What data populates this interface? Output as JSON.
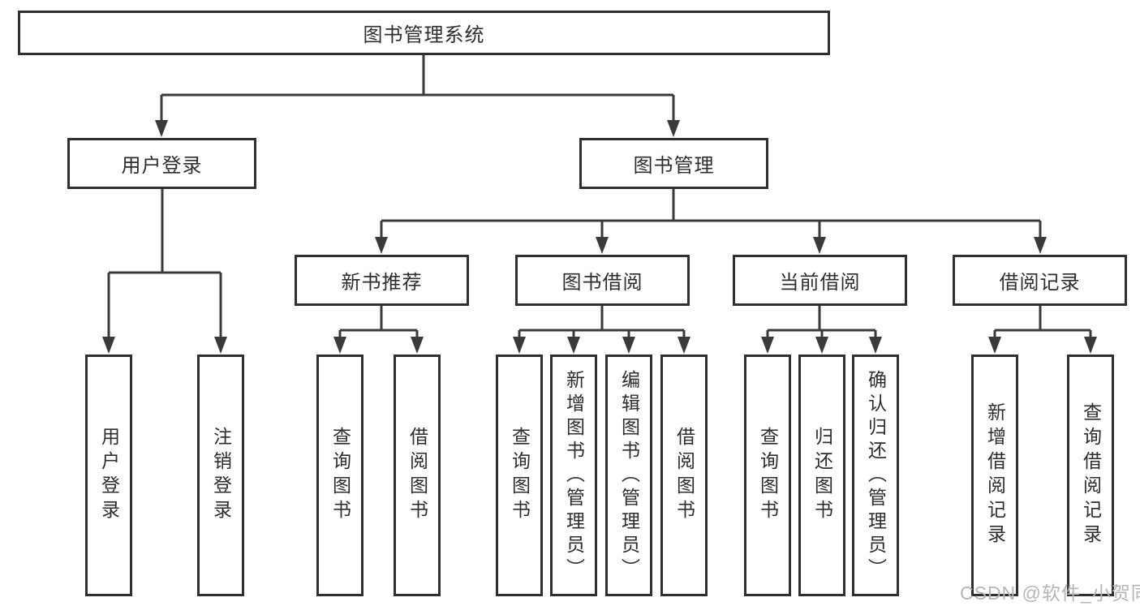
{
  "diagram_title": "图书管理系统",
  "watermark": "CSDN @软件_小贺同学",
  "colors": {
    "line": "#3a3a3a",
    "box_border": "#2f2f2f",
    "text": "#2d2d2d",
    "watermark": "#b5b5b5",
    "background": "#ffffff"
  },
  "nodes": {
    "root": {
      "label": "图书管理系统"
    },
    "user_login": {
      "label": "用户登录"
    },
    "book_mgmt": {
      "label": "图书管理"
    },
    "new_book_rec": {
      "label": "新书推荐"
    },
    "book_borrow": {
      "label": "图书借阅"
    },
    "current_borrow": {
      "label": "当前借阅"
    },
    "borrow_records": {
      "label": "借阅记录"
    },
    "leaf_user_login": {
      "label": "用户登录"
    },
    "leaf_logout": {
      "label": "注销登录"
    },
    "leaf_rec_query_books": {
      "label": "查询图书"
    },
    "leaf_rec_borrow_books": {
      "label": "借阅图书"
    },
    "leaf_bor_query_books": {
      "label": "查询图书"
    },
    "leaf_bor_add_books": {
      "label": "新增图书（管理员）"
    },
    "leaf_bor_edit_books": {
      "label": "编辑图书（管理员）"
    },
    "leaf_bor_borrow_books": {
      "label": "借阅图书"
    },
    "leaf_cur_query_books": {
      "label": "查询图书"
    },
    "leaf_cur_return_books": {
      "label": "归还图书"
    },
    "leaf_cur_confirm_return": {
      "label": "确认归还（管理员）"
    },
    "leaf_records_add": {
      "label": "新增借阅记录"
    },
    "leaf_records_query": {
      "label": "查询借阅记录"
    }
  }
}
